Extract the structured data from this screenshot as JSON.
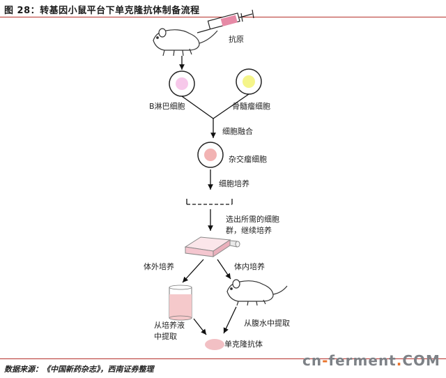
{
  "figure": {
    "title": "图 28：转基因小鼠平台下单克隆抗体制备流程",
    "source": "数据来源：《中国新药杂志》，西南证券整理"
  },
  "labels": {
    "antigen": "抗原",
    "b_cell": "B淋巴细胞",
    "myeloma": "骨髓瘤细胞",
    "fusion": "细胞融合",
    "hybridoma": "杂交瘤细胞",
    "culture": "细胞培养",
    "select_line1": "选出所需的细胞",
    "select_line2": "群，继续培养",
    "in_vitro": "体外培养",
    "in_vivo": "体内培养",
    "from_medium_line1": "从培养液",
    "from_medium_line2": "中提取",
    "from_ascites": "从腹水中提取",
    "mab": "单克隆抗体"
  },
  "watermark": {
    "left": "cn",
    "dash": "-",
    "middle": "ferment",
    "dot": ".",
    "right": "COM"
  },
  "colors": {
    "rule": "#b5302a",
    "b_cell": "#f7c8ea",
    "myeloma": "#f5f58a",
    "hybridoma": "#f2b3b3",
    "flask": "#f4c6cf",
    "tube_liquid": "#f5c9cb",
    "antibody": "#f2c0c4",
    "syringe_plunger": "#e68aa6"
  }
}
